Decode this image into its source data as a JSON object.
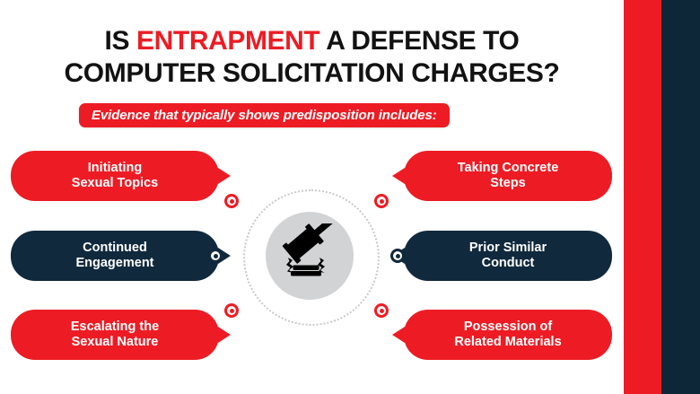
{
  "slide": {
    "background_color": "#ffffff",
    "accent_red": "#ed1c24",
    "accent_navy": "#11293c",
    "stripe_red_color": "#ed1c24",
    "stripe_navy_color": "#0e2738"
  },
  "title": {
    "line1_pre": "IS ",
    "line1_accent": "ENTRAPMENT",
    "line1_post": " A DEFENSE TO",
    "line2": "COMPUTER SOLICITATION CHARGES?"
  },
  "subtitle": {
    "text": "Evidence that typically shows predisposition includes:"
  },
  "center": {
    "icon": "gavel-icon",
    "circle_color": "#d2d3d5",
    "icon_color": "#000000"
  },
  "items": [
    {
      "side": "left",
      "color": "red",
      "line1": "Initiating",
      "line2": "Sexual Topics"
    },
    {
      "side": "left",
      "color": "navy",
      "line1": "Continued",
      "line2": "Engagement"
    },
    {
      "side": "left",
      "color": "red",
      "line1": "Escalating the",
      "line2": "Sexual Nature"
    },
    {
      "side": "right",
      "color": "red",
      "line1": "Taking Concrete",
      "line2": "Steps"
    },
    {
      "side": "right",
      "color": "navy",
      "line1": "Prior Similar",
      "line2": "Conduct"
    },
    {
      "side": "right",
      "color": "red",
      "line1": "Possession of",
      "line2": "Related Materials"
    }
  ]
}
